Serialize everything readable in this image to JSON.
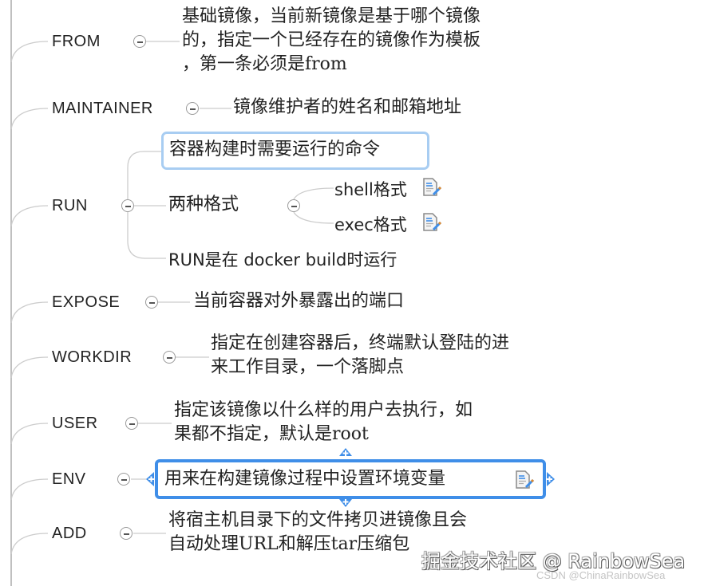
{
  "mindmap": {
    "nodes": [
      {
        "key": "FROM",
        "description_lines": [
          "基础镜像，当前新镜像是基于哪个镜像",
          "的，指定一个已经存在的镜像作为模板",
          "，第一条必须是from"
        ]
      },
      {
        "key": "MAINTAINER",
        "description_lines": [
          "镜像维护者的姓名和邮箱地址"
        ]
      },
      {
        "key": "RUN",
        "children": [
          {
            "label": "容器构建时需要运行的命令",
            "selected": true
          },
          {
            "label": "两种格式",
            "children": [
              {
                "label": "shell格式",
                "icon": "note-icon"
              },
              {
                "label": "exec格式",
                "icon": "note-icon"
              }
            ]
          },
          {
            "label": "RUN是在 docker build时运行"
          }
        ]
      },
      {
        "key": "EXPOSE",
        "description_lines": [
          "当前容器对外暴露出的端口"
        ]
      },
      {
        "key": "WORKDIR",
        "description_lines": [
          "指定在创建容器后，终端默认登陆的进",
          "来工作目录，一个落脚点"
        ]
      },
      {
        "key": "USER",
        "description_lines": [
          "指定该镜像以什么样的用户去执行，如",
          "果都不指定，默认是root"
        ]
      },
      {
        "key": "ENV",
        "description_lines": [
          "用来在构建镜像过程中设置环境变量"
        ],
        "focused": true,
        "icon": "note-icon"
      },
      {
        "key": "ADD",
        "description_lines": [
          "将宿主机目录下的文件拷贝进镜像且会",
          "自动处理URL和解压tar压缩包"
        ]
      }
    ],
    "colors": {
      "focus_border": "#3f8ee8",
      "selected_border": "#a8cdf2",
      "connector": "#c8c8c8",
      "trunk": "#c0c0c0",
      "text": "#222222"
    }
  },
  "watermark": {
    "primary": "掘金技术社区 @ RainbowSea",
    "secondary": "CSDN @ChinaRainbowSea"
  }
}
